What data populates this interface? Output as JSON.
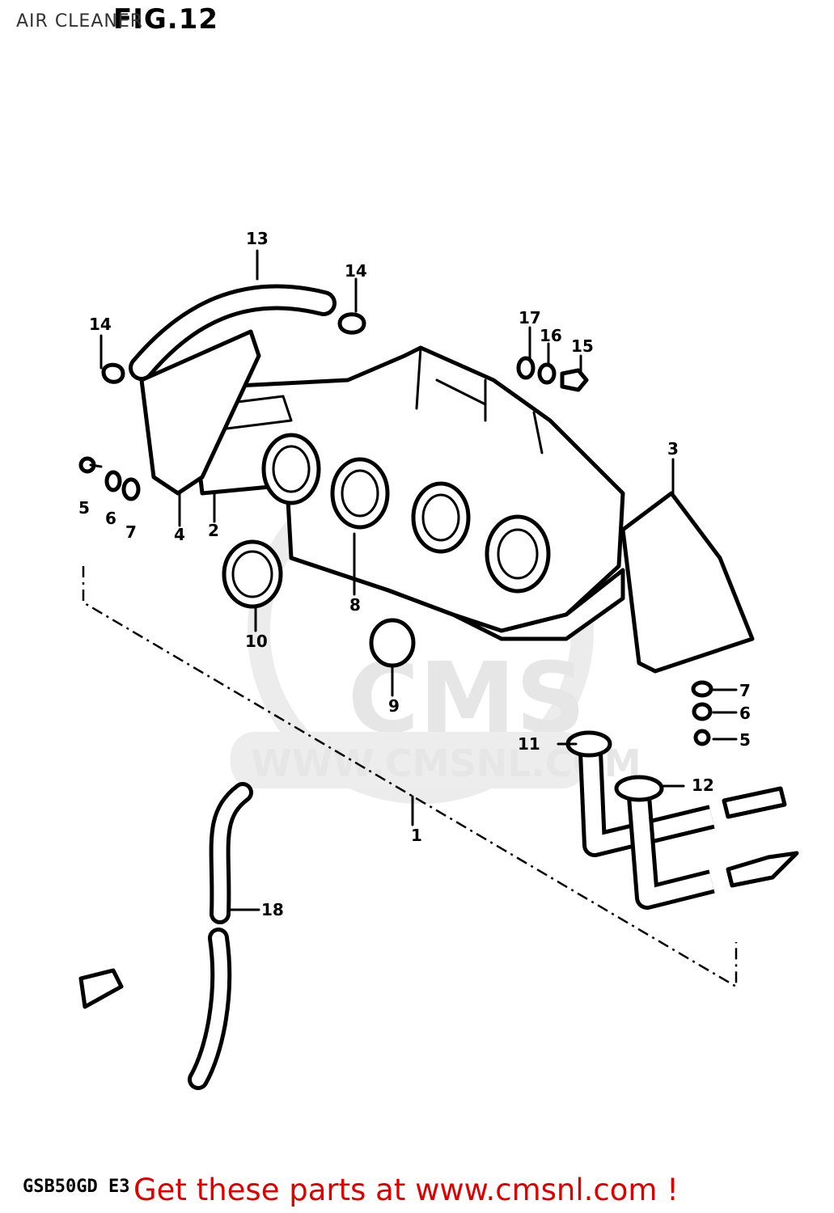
{
  "header": {
    "title": "AIR CLEANER",
    "figure": "FIG.12"
  },
  "watermark": {
    "logo": "CMS",
    "url": "WWW.CMSNL.COM"
  },
  "callouts": [
    "1",
    "2",
    "3",
    "4",
    "5",
    "6",
    "7",
    "8",
    "9",
    "10",
    "11",
    "12",
    "13",
    "14",
    "14",
    "15",
    "16",
    "17",
    "18",
    "5",
    "6",
    "7"
  ],
  "footer": {
    "model": "GSB50GD E3",
    "cta": "Get these parts at www.cmsnl.com !"
  }
}
